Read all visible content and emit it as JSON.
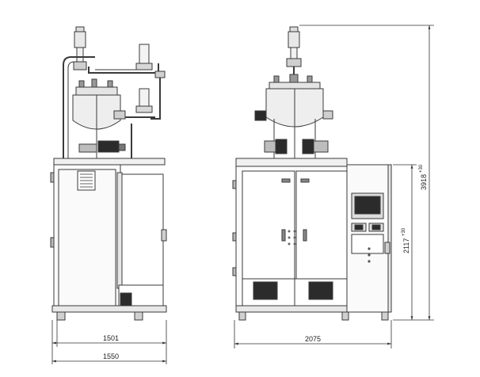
{
  "dimensions": {
    "side_depth_inner": "1501",
    "side_depth_outer": "1550",
    "front_width": "2075",
    "cabinet_height": "2117",
    "cabinet_height_tol": "+30",
    "total_height": "3918",
    "total_height_tol": "+30"
  },
  "colors": {
    "line": "#3a3a3a",
    "fill_light": "#efefef",
    "fill_dark": "#2b2b2b"
  }
}
